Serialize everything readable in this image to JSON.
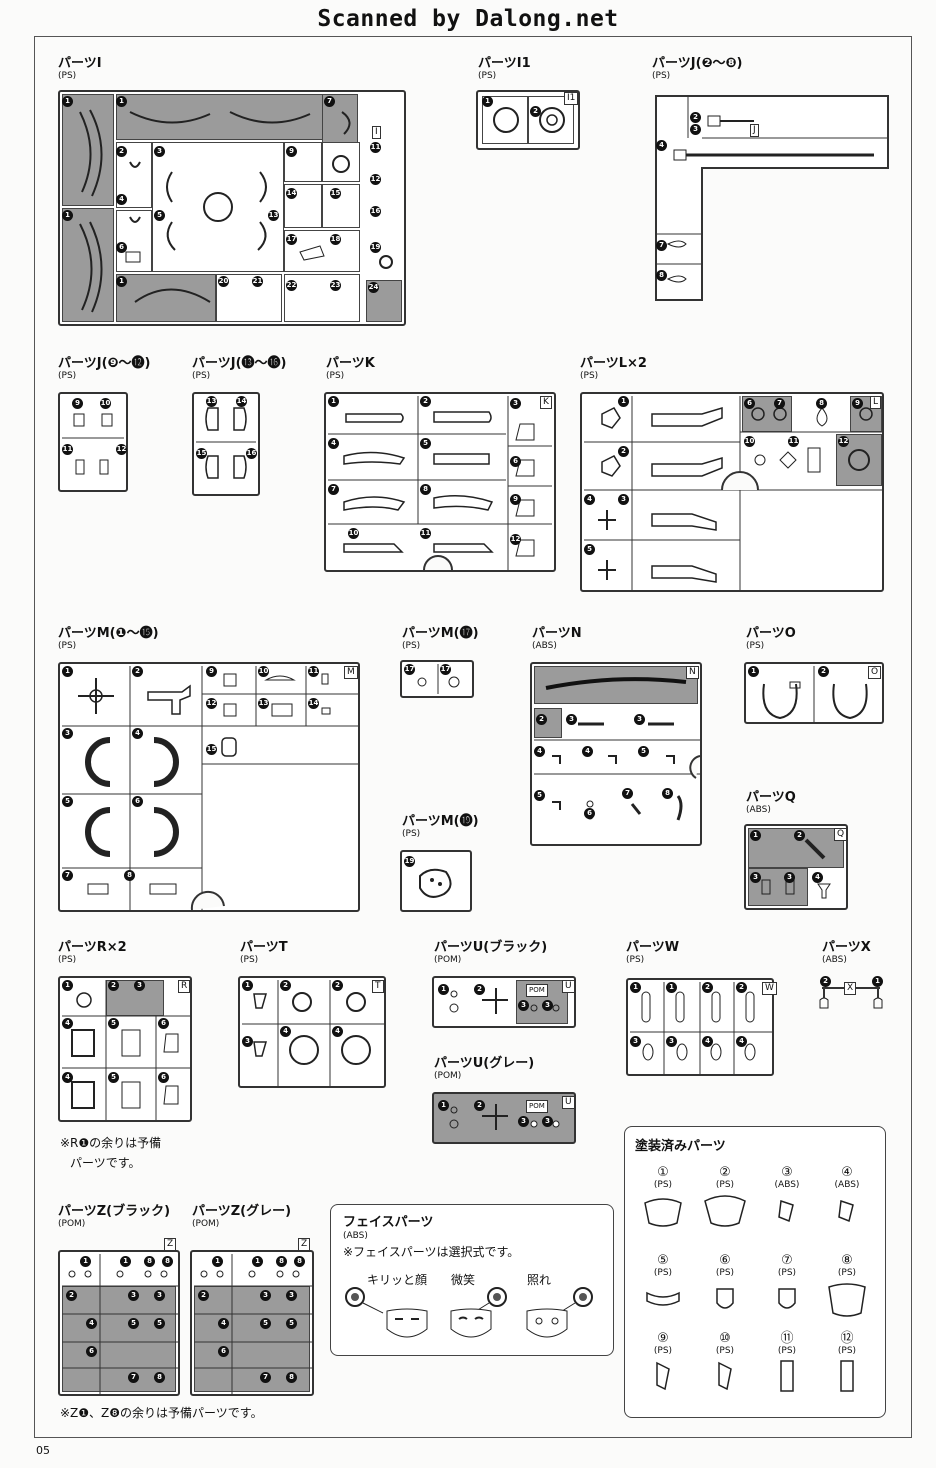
{
  "header": {
    "scan_credit": "Scanned by Dalong.net"
  },
  "page_number": "05",
  "sheets": [
    {
      "id": "I",
      "title": "パーツI",
      "material": "(PS)"
    },
    {
      "id": "I1",
      "title": "パーツI1",
      "material": "(PS)"
    },
    {
      "id": "J_2_8",
      "title": "パーツJ(❷～❽)",
      "material": "(PS)"
    },
    {
      "id": "J_9_12",
      "title": "パーツJ(❾～⓬)",
      "material": "(PS)"
    },
    {
      "id": "J_13_16",
      "title": "パーツJ(⓭～⓰)",
      "material": "(PS)"
    },
    {
      "id": "K",
      "title": "パーツK",
      "material": "(PS)"
    },
    {
      "id": "L",
      "title": "パーツL×2",
      "material": "(PS)"
    },
    {
      "id": "M_1_15",
      "title": "パーツM(❶～⓯)",
      "material": "(PS)"
    },
    {
      "id": "M_17",
      "title": "パーツM(⓱)",
      "material": "(PS)"
    },
    {
      "id": "N",
      "title": "パーツN",
      "material": "(ABS)"
    },
    {
      "id": "O",
      "title": "パーツO",
      "material": "(PS)"
    },
    {
      "id": "M_19",
      "title": "パーツM(⓳)",
      "material": "(PS)"
    },
    {
      "id": "Q",
      "title": "パーツQ",
      "material": "(ABS)"
    },
    {
      "id": "R",
      "title": "パーツR×2",
      "material": "(PS)"
    },
    {
      "id": "T",
      "title": "パーツT",
      "material": "(PS)"
    },
    {
      "id": "U_black",
      "title": "パーツU(ブラック)",
      "material": "(POM)"
    },
    {
      "id": "W",
      "title": "パーツW",
      "material": "(PS)"
    },
    {
      "id": "X",
      "title": "パーツX",
      "material": "(ABS)"
    },
    {
      "id": "U_gray",
      "title": "パーツU(グレー)",
      "material": "(POM)"
    },
    {
      "id": "Z_black",
      "title": "パーツZ(ブラック)",
      "material": "(POM)"
    },
    {
      "id": "Z_gray",
      "title": "パーツZ(グレー)",
      "material": "(POM)"
    }
  ],
  "notes": {
    "r_spare_1": "※R❶の余りは予備",
    "r_spare_2": "パーツです。",
    "z_spare": "※Z❶、Z❽の余りは予備パーツです。"
  },
  "face_parts": {
    "title": "フェイスパーツ",
    "material": "(ABS)",
    "note": "※フェイスパーツは選択式です。",
    "options": [
      "キリッと顔",
      "微笑",
      "照れ"
    ]
  },
  "painted_parts": {
    "title": "塗装済みパーツ",
    "items": [
      {
        "num": "①",
        "mat": "(PS)"
      },
      {
        "num": "②",
        "mat": "(PS)"
      },
      {
        "num": "③",
        "mat": "(ABS)"
      },
      {
        "num": "④",
        "mat": "(ABS)"
      },
      {
        "num": "⑤",
        "mat": "(PS)"
      },
      {
        "num": "⑥",
        "mat": "(PS)"
      },
      {
        "num": "⑦",
        "mat": "(PS)"
      },
      {
        "num": "⑧",
        "mat": "(PS)"
      },
      {
        "num": "⑨",
        "mat": "(PS)"
      },
      {
        "num": "⑩",
        "mat": "(PS)"
      },
      {
        "num": "⑪",
        "mat": "(PS)"
      },
      {
        "num": "⑫",
        "mat": "(PS)"
      }
    ]
  },
  "colors": {
    "gray_part": "#9b9b9b",
    "line": "#333333"
  }
}
